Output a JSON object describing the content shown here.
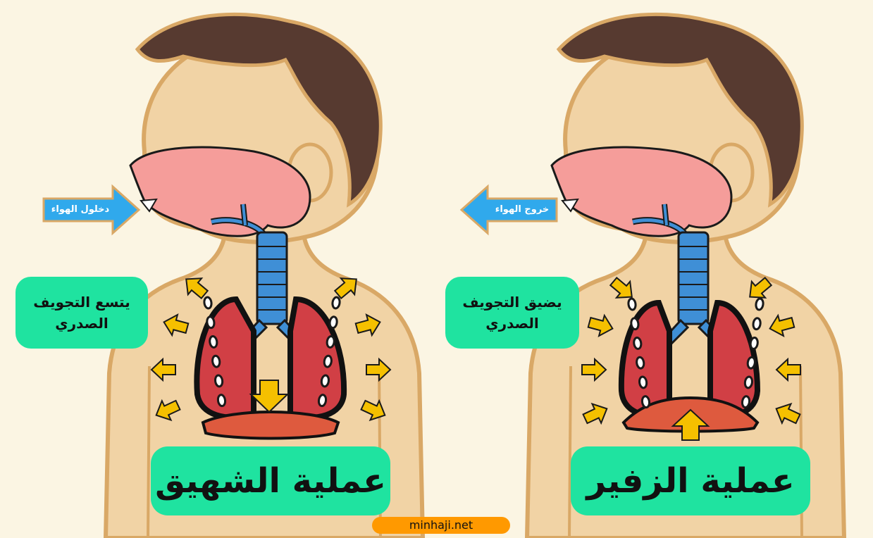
{
  "left": {
    "air_label": "دخلول الهواء",
    "cavity_line1": "يتسع التجويف",
    "cavity_line2": "الصدري",
    "title": "عملية الشهيق"
  },
  "right": {
    "air_label": "خروج الهواء",
    "cavity_line1": "يضيق التجويف",
    "cavity_line2": "الصدري",
    "title": "عملية الزفير"
  },
  "footer": "minhaji.net",
  "colors": {
    "background": "#fbf5e3",
    "skin": "#f1d3a5",
    "skin_outline": "#d9a866",
    "hair": "#573a30",
    "mouth_cavity": "#f59d9a",
    "lung": "#d13f45",
    "trachea": "#3f8fd6",
    "diaphragm": "#de5a3e",
    "label_box": "#1fe3a0",
    "air_arrow": "#30a9ec",
    "movement_arrow": "#f5c000",
    "footer_pill": "#ff9900"
  }
}
